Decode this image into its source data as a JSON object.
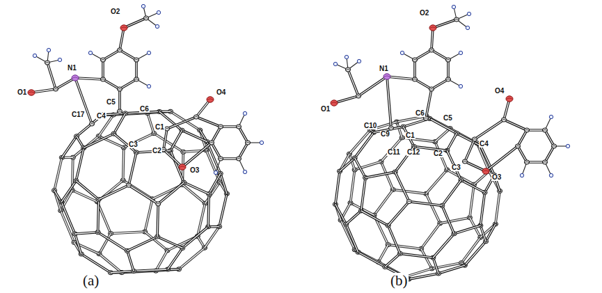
{
  "diagram": {
    "labels": [
      "O1",
      "O2",
      "N1",
      "C5",
      "C17",
      "C4",
      "C6",
      "C1",
      "O4",
      "C3",
      "C2",
      "O3",
      "(a)",
      "O2",
      "N1",
      "O1",
      "C10",
      "C9",
      "C1",
      "C6",
      "C5",
      "O4",
      "C4",
      "C11",
      "C12",
      "C2",
      "C3",
      "O3",
      "(b)"
    ]
  }
}
